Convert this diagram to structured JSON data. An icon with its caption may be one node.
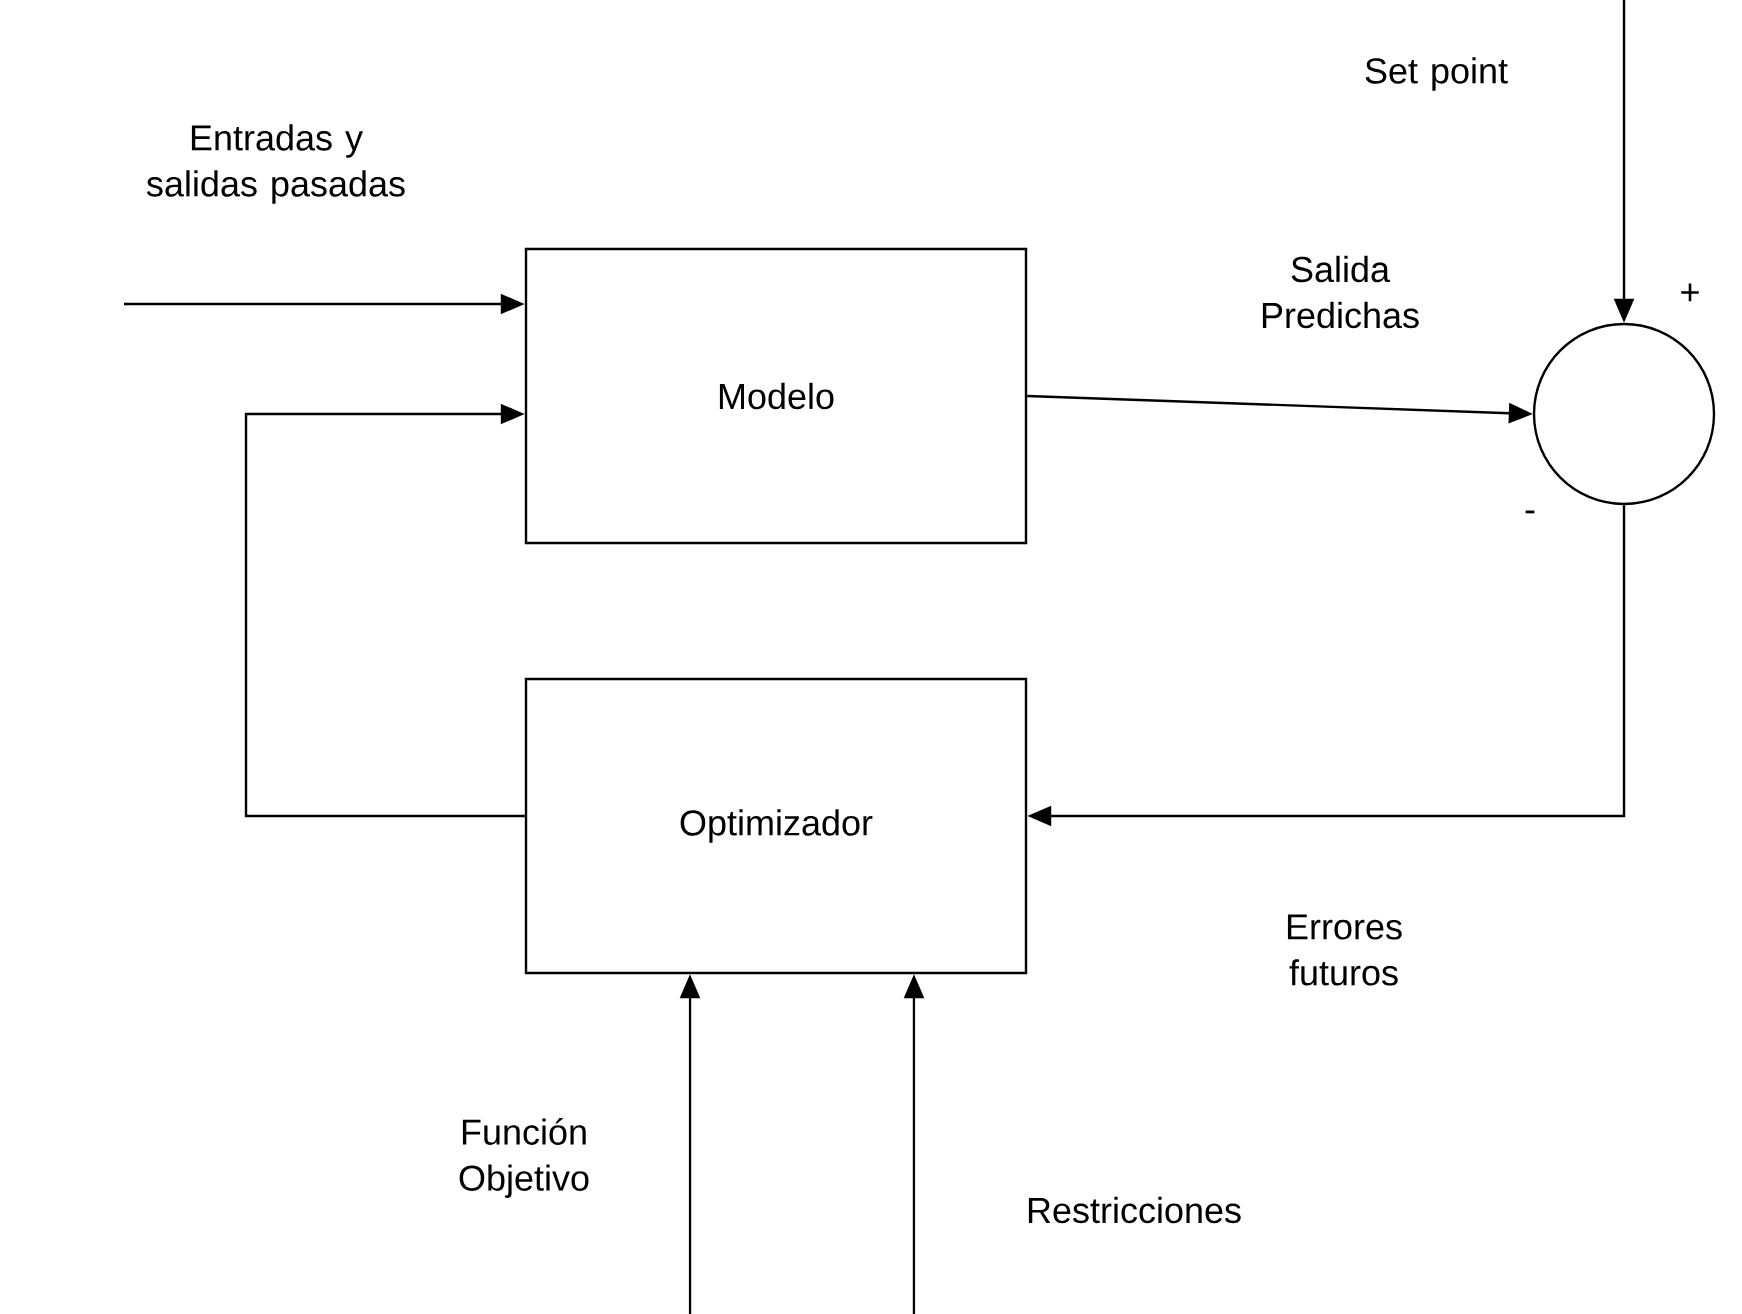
{
  "diagram": {
    "nodes": [
      {
        "text": [
          "Modelo"
        ]
      },
      {
        "text": [
          "Optimizador"
        ]
      },
      {
        "text": [],
        "shape": "circle",
        "beside": [
          "+",
          "-"
        ]
      }
    ],
    "edges": [
      {
        "from": null,
        "to": 2,
        "arrow": "to",
        "label": "Set point"
      },
      {
        "from": null,
        "to": 0,
        "arrow": "to",
        "label": "Entradas y salidas pasadas"
      },
      {
        "from": 1,
        "to": 0,
        "arrow": "to"
      },
      {
        "from": 0,
        "to": 2,
        "arrow": "to",
        "label": "Salida Predichas"
      },
      {
        "from": 2,
        "to": 1,
        "arrow": "to",
        "label": "Errores futuros"
      },
      {
        "from": null,
        "to": 1,
        "arrow": "to",
        "label": "Función Objetivo"
      },
      {
        "from": null,
        "to": 1,
        "arrow": "to",
        "label": "Restricciones"
      }
    ]
  }
}
